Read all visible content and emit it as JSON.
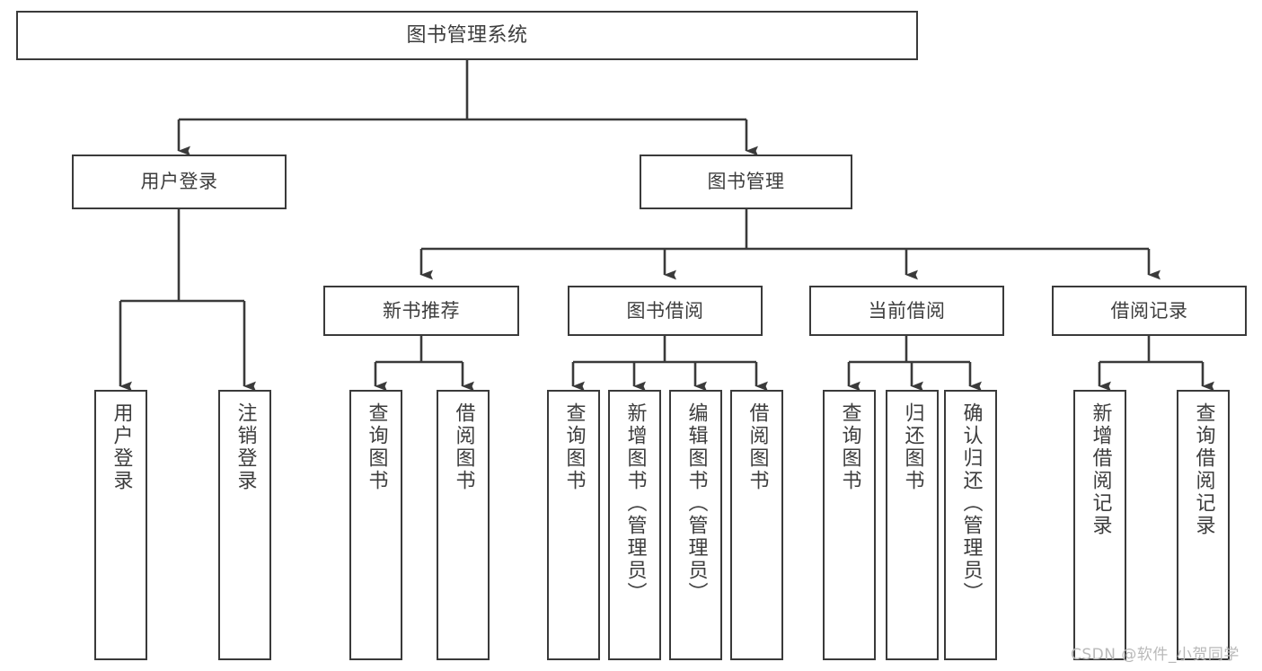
{
  "diagram": {
    "title": "图书管理系统",
    "type": "hierarchy-tree",
    "watermark": "CSDN @软件_小贺同学",
    "colors": {
      "box_border": "#3a3a3a",
      "box_fill": "#ffffff",
      "text": "#3d3d3d",
      "connector": "#3a3a3a",
      "watermark": "#b9b9b9",
      "background": "#ffffff"
    },
    "nodes": {
      "root": {
        "label": "图书管理系统"
      },
      "level1": [
        {
          "label": "用户登录"
        },
        {
          "label": "图书管理"
        }
      ],
      "level2": [
        {
          "label": "新书推荐"
        },
        {
          "label": "图书借阅"
        },
        {
          "label": "当前借阅"
        },
        {
          "label": "借阅记录"
        }
      ],
      "leaves": {
        "user_login": [
          {
            "label": "用户登录"
          },
          {
            "label": "注销登录"
          }
        ],
        "new_book_recommend": [
          {
            "label": "查询图书"
          },
          {
            "label": "借阅图书"
          }
        ],
        "book_borrow": [
          {
            "label": "查询图书"
          },
          {
            "label": "新增图书（管理员）"
          },
          {
            "label": "编辑图书（管理员）"
          },
          {
            "label": "借阅图书"
          }
        ],
        "current_borrow": [
          {
            "label": "查询图书"
          },
          {
            "label": "归还图书"
          },
          {
            "label": "确认归还（管理员）"
          }
        ],
        "borrow_record": [
          {
            "label": "新增借阅记录"
          },
          {
            "label": "查询借阅记录"
          }
        ]
      }
    }
  }
}
